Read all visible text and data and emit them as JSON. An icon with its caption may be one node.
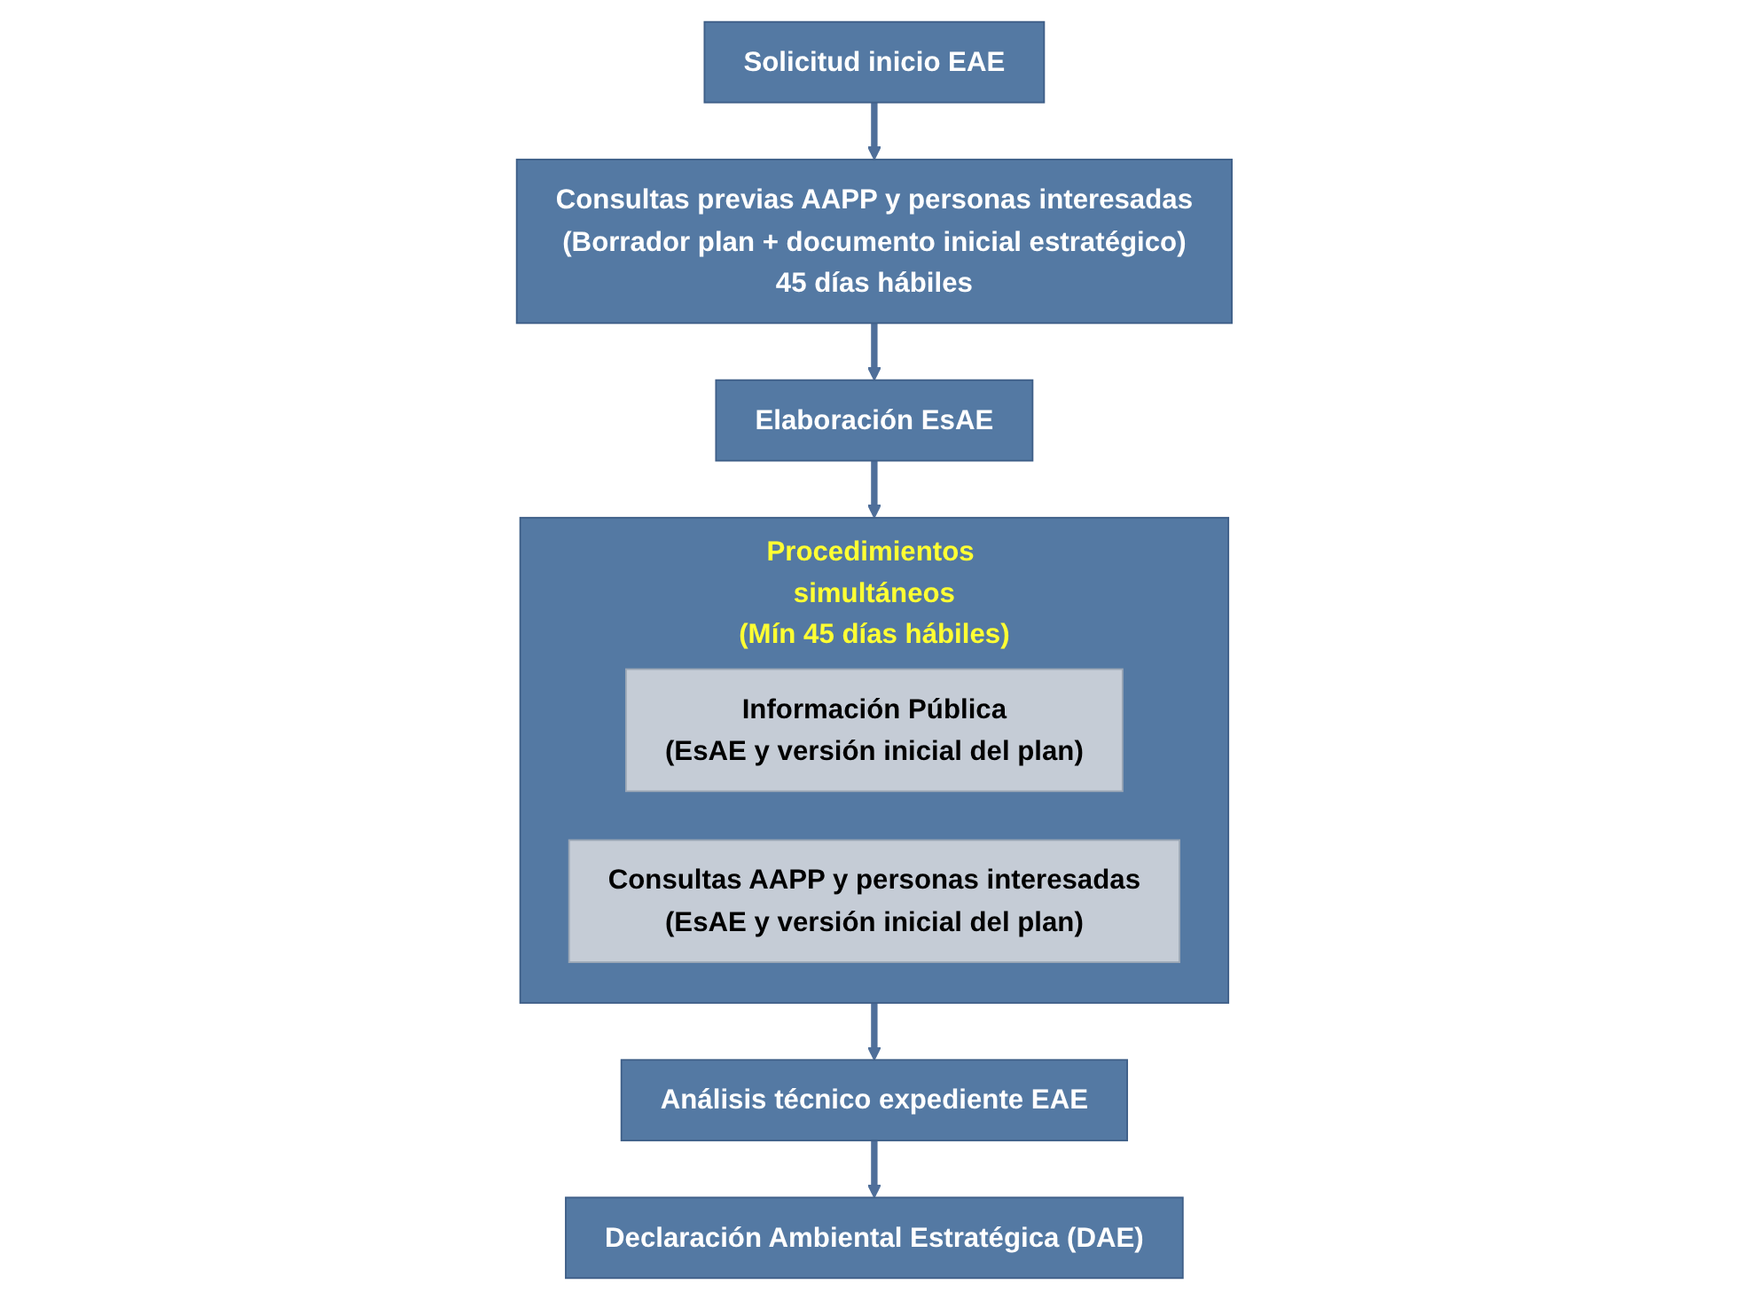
{
  "diagram": {
    "nodes": [
      {
        "text": [
          "Solicitud inicio EAE"
        ]
      },
      {
        "text": [
          "Consultas previas AAPP y personas interesadas",
          "(Borrador plan + documento inicial estratégico)",
          "45 días hábiles"
        ]
      },
      {
        "text": [
          "Elaboración EsAE"
        ]
      },
      {
        "text": [
          "Procedimientos simultáneos",
          "(Mín 45 días hábiles)"
        ]
      },
      {
        "text": [
          "Información Pública",
          "(EsAE y versión inicial del plan)"
        ],
        "in": 3
      },
      {
        "text": [
          "Consultas AAPP y personas interesadas",
          "(EsAE y versión inicial del plan)"
        ],
        "in": 3
      },
      {
        "text": [
          "Análisis técnico expediente EAE"
        ]
      },
      {
        "text": [
          "Declaración Ambiental Estratégica (DAE)"
        ]
      }
    ],
    "edges": [
      {
        "from": 0,
        "to": 1,
        "arrow": "to"
      },
      {
        "from": 1,
        "to": 2,
        "arrow": "to"
      },
      {
        "from": 2,
        "to": 3,
        "arrow": "to"
      },
      {
        "from": 3,
        "to": 6,
        "arrow": "to"
      },
      {
        "from": 6,
        "to": 7,
        "arrow": "to"
      }
    ]
  }
}
